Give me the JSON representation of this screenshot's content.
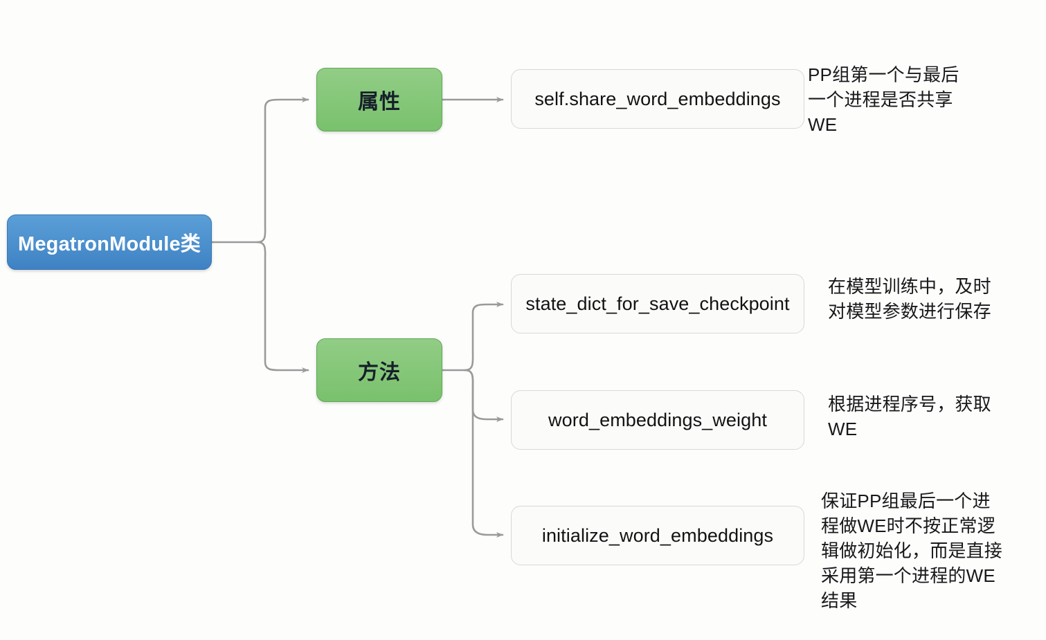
{
  "diagram": {
    "title": "MegatronModule类",
    "root": {
      "label": "MegatronModule类",
      "color": "#4a8fd0"
    },
    "branches": [
      {
        "id": "attributes",
        "label": "属性",
        "color": "#7dc86e"
      },
      {
        "id": "methods",
        "label": "方法",
        "color": "#7dc86e"
      }
    ],
    "leaves": [
      {
        "id": "share-word-embeddings",
        "parent": "attributes",
        "label": "self.share_word_embeddings"
      },
      {
        "id": "state-dict-for-save-checkpoint",
        "parent": "methods",
        "label": "state_dict_for_save_checkpoint"
      },
      {
        "id": "word-embeddings-weight",
        "parent": "methods",
        "label": "word_embeddings_weight"
      },
      {
        "id": "initialize-word-embeddings",
        "parent": "methods",
        "label": "initialize_word_embeddings"
      }
    ],
    "notes": [
      {
        "id": "note-share-word-embeddings",
        "for": "share-word-embeddings",
        "text": "PP组第一个与最后\n一个进程是否共享\nWE"
      },
      {
        "id": "note-state-dict",
        "for": "state-dict-for-save-checkpoint",
        "text": "在模型训练中，及时\n对模型参数进行保存"
      },
      {
        "id": "note-word-embeddings-weight",
        "for": "word-embeddings-weight",
        "text": "根据进程序号，获取\nWE"
      },
      {
        "id": "note-initialize-word-embeddings",
        "for": "initialize-word-embeddings",
        "text": "保证PP组最后一个进\n程做WE时不按正常逻\n辑做初始化，而是直接\n采用第一个进程的WE\n结果"
      }
    ],
    "edge_color": "#9a9a9a",
    "background": "#fdfdfc"
  }
}
